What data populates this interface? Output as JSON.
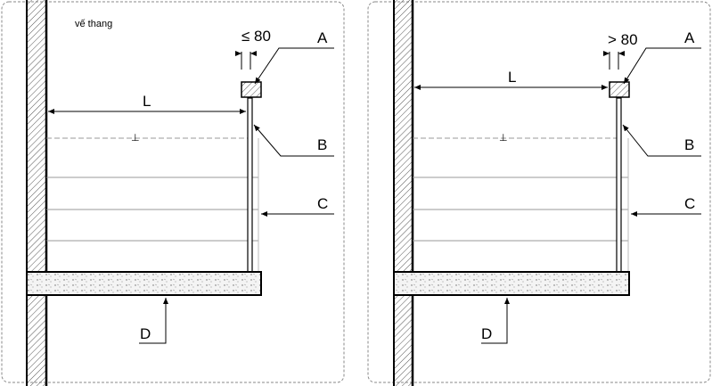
{
  "panels": [
    {
      "caption": "vế thang",
      "clearance": "≤ 80",
      "span_label": "L",
      "labels": {
        "a": "A",
        "b": "B",
        "c": "C",
        "d": "D"
      }
    },
    {
      "caption": "",
      "clearance": "> 80",
      "span_label": "L",
      "labels": {
        "a": "A",
        "b": "B",
        "c": "C",
        "d": "D"
      }
    }
  ],
  "colors": {
    "line": "#000000",
    "hatch": "#555555",
    "guide": "#999999",
    "frame": "#8a8a8a"
  }
}
